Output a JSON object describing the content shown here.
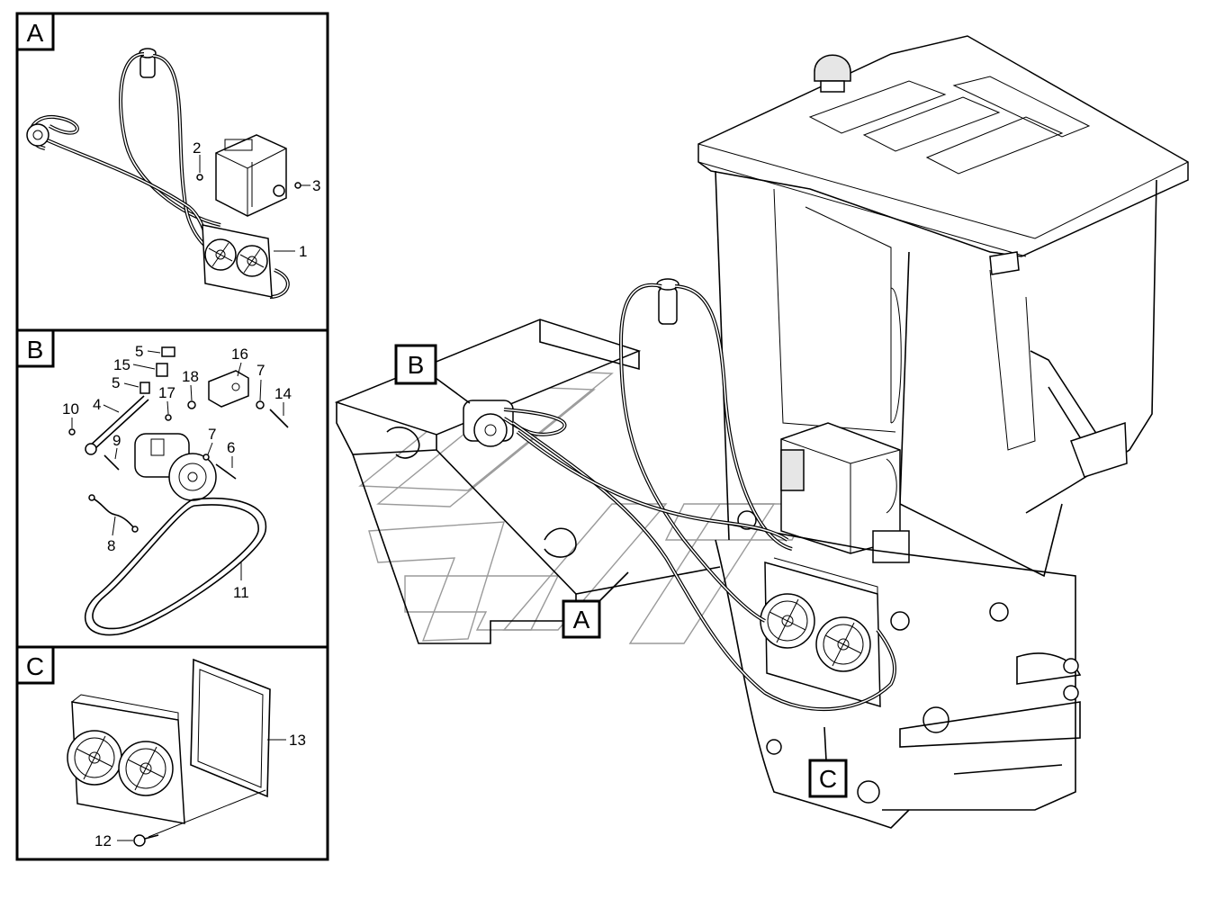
{
  "panels": [
    {
      "id": "A",
      "label": "A"
    },
    {
      "id": "B",
      "label": "B"
    },
    {
      "id": "C",
      "label": "C"
    }
  ],
  "callouts": {
    "p1": "1",
    "p2": "2",
    "p3": "3",
    "p4": "4",
    "p5a": "5",
    "p5b": "5",
    "p6": "6",
    "p7a": "7",
    "p7b": "7",
    "p8": "8",
    "p9": "9",
    "p10": "10",
    "p11": "11",
    "p12": "12",
    "p13": "13",
    "p14": "14",
    "p15": "15",
    "p16": "16",
    "p17": "17",
    "p18": "18"
  },
  "main_view_refs": {
    "a": "A",
    "b": "B",
    "c": "C"
  }
}
